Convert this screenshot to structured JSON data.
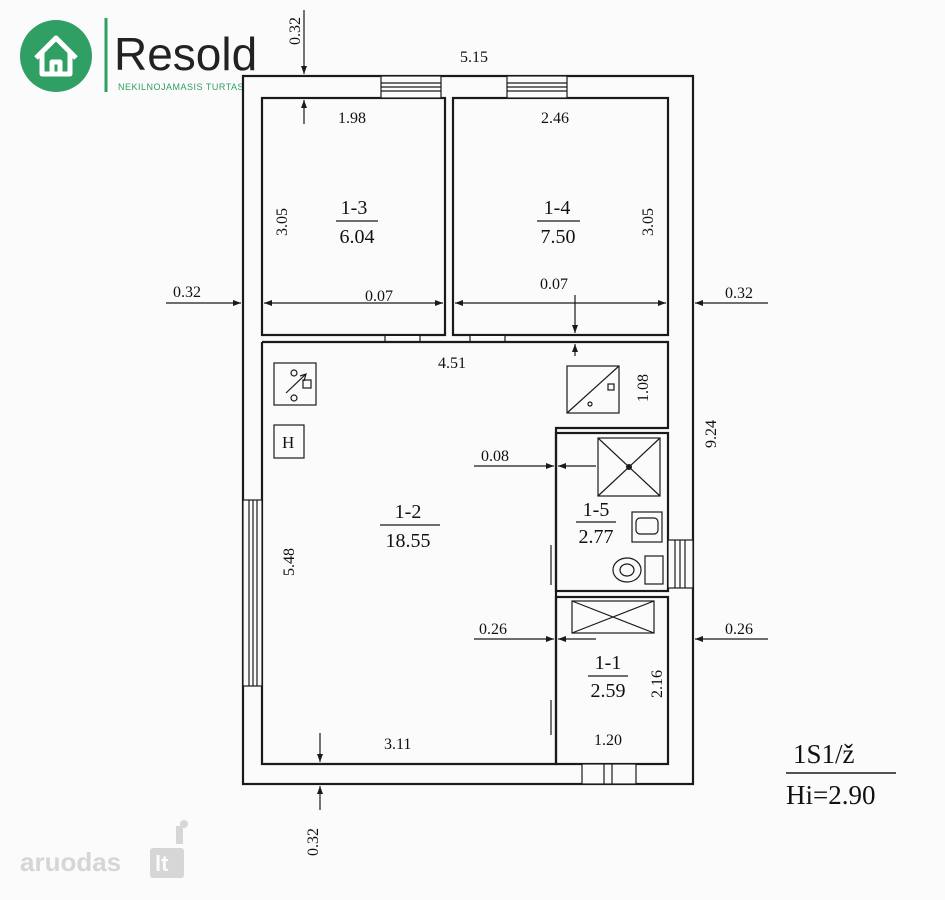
{
  "logo": {
    "brand": "Resold",
    "tagline": "NEKILNOJAMASIS TURTAS",
    "brand_color": "#2f9f63",
    "icon": "house-icon"
  },
  "watermark": {
    "text": "aruodas",
    "suffix": "lt"
  },
  "plan": {
    "stamp_line1": "1S1/ž",
    "stamp_line2": "Hi=2.90",
    "rooms": [
      {
        "id": "1-3",
        "area": "6.04"
      },
      {
        "id": "1-4",
        "area": "7.50"
      },
      {
        "id": "1-2",
        "area": "18.55"
      },
      {
        "id": "1-5",
        "area": "2.77"
      },
      {
        "id": "1-1",
        "area": "2.59"
      }
    ],
    "dimensions": {
      "outer_width": "5.15",
      "outer_height": "9.24",
      "top_wall": "0.32",
      "bottom_wall": "0.32",
      "left_wall": "0.32",
      "right_wall": "0.32",
      "right_wall_lower": "0.26",
      "room_1_3_width": "1.98",
      "room_1_4_width": "2.46",
      "room_1_3_height": "3.05",
      "room_1_4_height": "3.05",
      "partition_1_3": "0.07",
      "partition_1_4": "0.07",
      "room_1_2_width": "4.51",
      "room_1_2_height": "5.48",
      "room_1_2_bottom": "3.11",
      "niche_height": "1.08",
      "partition_1_5": "0.08",
      "partition_1_1": "0.26",
      "room_1_1_height": "2.16",
      "room_1_1_width": "1.20"
    },
    "symbols": {
      "heater_label": "H"
    }
  }
}
